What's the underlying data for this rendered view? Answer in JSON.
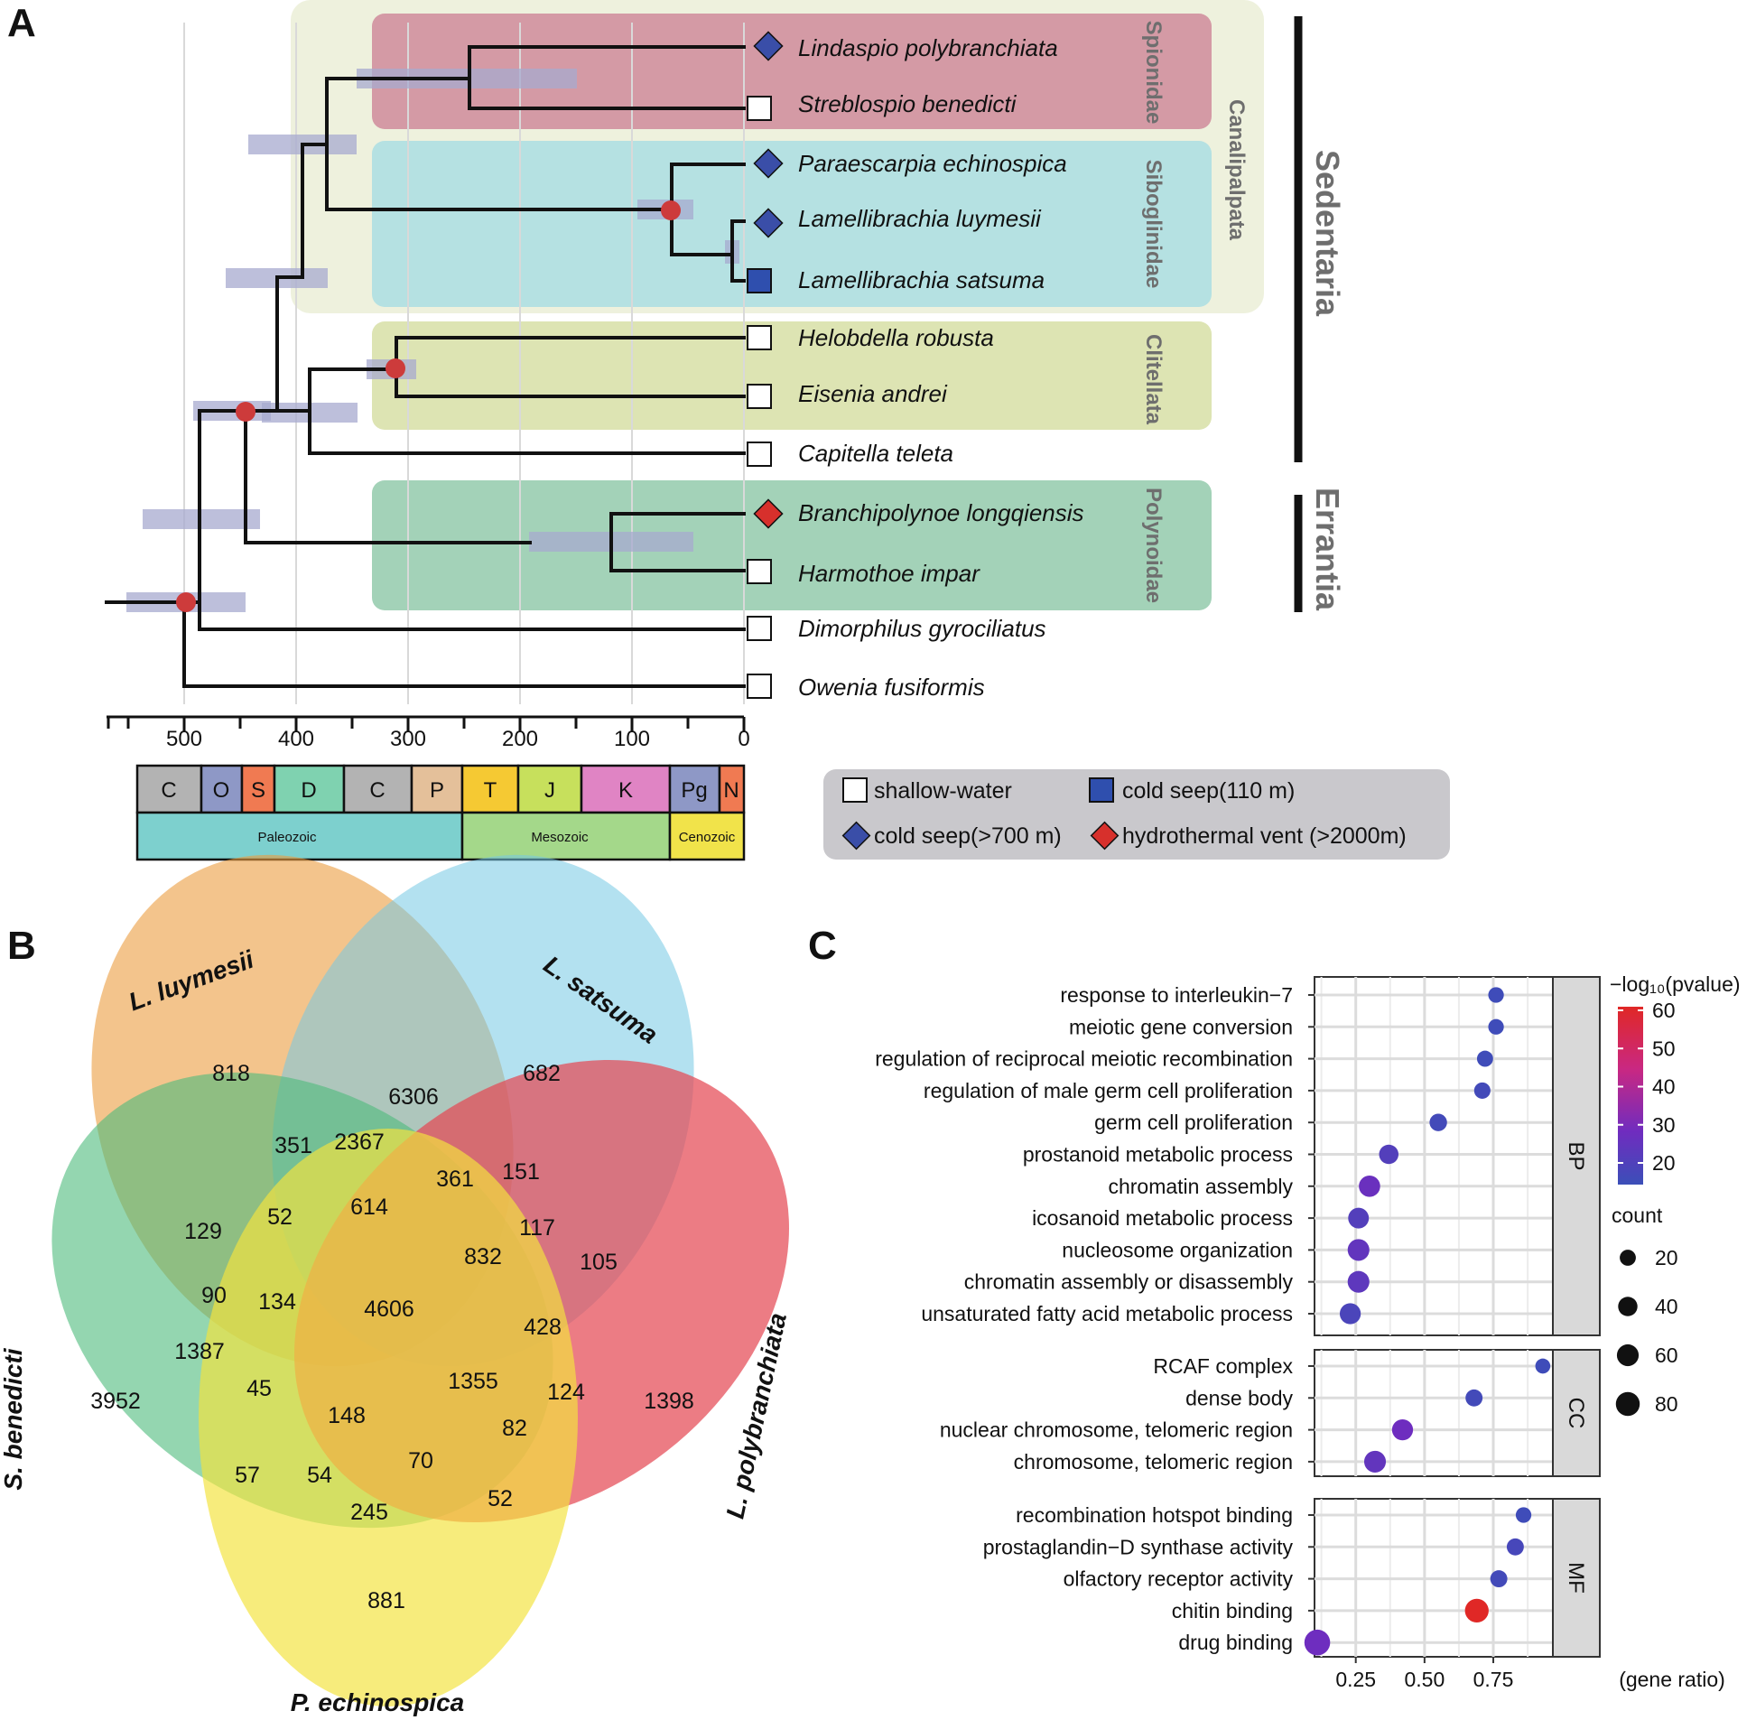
{
  "panels": {
    "a": "A",
    "b": "B",
    "c": "C"
  },
  "tree": {
    "taxa": [
      {
        "name": "Lindaspio polybranchiata",
        "habitat": "cold seep(>700 m)"
      },
      {
        "name": "Streblospio benedicti",
        "habitat": "shallow-water"
      },
      {
        "name": "Paraescarpia echinospica",
        "habitat": "cold seep(>700 m)"
      },
      {
        "name": "Lamellibrachia luymesii",
        "habitat": "cold seep(>700 m)"
      },
      {
        "name": "Lamellibrachia satsuma",
        "habitat": "cold seep(110 m)"
      },
      {
        "name": "Helobdella robusta",
        "habitat": "shallow-water"
      },
      {
        "name": "Eisenia andrei",
        "habitat": "shallow-water"
      },
      {
        "name": "Capitella teleta",
        "habitat": "shallow-water"
      },
      {
        "name": "Branchipolynoe longqiensis",
        "habitat": "hydrothermal vent (>2000m)"
      },
      {
        "name": "Harmothoe impar",
        "habitat": "shallow-water"
      },
      {
        "name": "Dimorphilus gyrociliatus",
        "habitat": "shallow-water"
      },
      {
        "name": "Owenia fusiformis",
        "habitat": "shallow-water"
      }
    ],
    "families": [
      "Spionidae",
      "Siboglinidae",
      "Clitellata",
      "Polynoidae"
    ],
    "group": "Canalipalpata",
    "clades": [
      "Sedentaria",
      "Errantia"
    ],
    "axis_ticks": [
      "500",
      "400",
      "300",
      "200",
      "100",
      "0"
    ],
    "periods": [
      "C",
      "O",
      "S",
      "D",
      "C",
      "P",
      "T",
      "J",
      "K",
      "Pg",
      "N"
    ],
    "eras": [
      "Paleozoic",
      "Mesozoic",
      "Cenozoic"
    ],
    "legend": {
      "shallow": "shallow-water",
      "seep110": "cold seep(110 m)",
      "seep700": "cold seep(>700 m)",
      "vent": "hydrothermal vent (>2000m)"
    },
    "colors": {
      "spionidae": "#d49aa5",
      "siboglinidae": "#b5e1e2",
      "clitellata": "#dde4b3",
      "polynoidae": "#a3d2b8",
      "canalipalpata": "#eef1dd",
      "diamond_blue": "#3a4ea8",
      "diamond_red": "#d7302c"
    }
  },
  "venn": {
    "sets": [
      "L. luymesii",
      "L. satsuma",
      "S. benedicti",
      "L. polybranchiata",
      "P. echinospica"
    ],
    "counts": [
      "818",
      "6306",
      "682",
      "351",
      "2367",
      "361",
      "151",
      "614",
      "52",
      "129",
      "117",
      "832",
      "105",
      "90",
      "134",
      "4606",
      "1387",
      "428",
      "3952",
      "45",
      "1355",
      "124",
      "1398",
      "148",
      "82",
      "70",
      "57",
      "54",
      "52",
      "245",
      "881"
    ]
  },
  "chart_data": {
    "type": "scatter",
    "xlabel": "(gene ratio)",
    "x_ticks": [
      "0.25",
      "0.50",
      "0.75"
    ],
    "xlim": [
      0.1,
      0.96
    ],
    "legend_title_color": "−log₁₀(pvalue)",
    "color_ticks": [
      "60",
      "50",
      "40",
      "30",
      "20"
    ],
    "legend_title_size": "count",
    "size_ticks": [
      "20",
      "40",
      "60",
      "80"
    ],
    "facets": [
      {
        "name": "BP",
        "terms": [
          {
            "label": "response to interleukin−7",
            "x": 0.76,
            "count": 12,
            "logp": 16
          },
          {
            "label": "meiotic gene conversion",
            "x": 0.76,
            "count": 12,
            "logp": 16
          },
          {
            "label": "regulation of reciprocal meiotic recombination",
            "x": 0.72,
            "count": 14,
            "logp": 16
          },
          {
            "label": "regulation of male germ cell proliferation",
            "x": 0.71,
            "count": 15,
            "logp": 17
          },
          {
            "label": "germ cell proliferation",
            "x": 0.55,
            "count": 20,
            "logp": 17
          },
          {
            "label": "prostanoid metabolic process",
            "x": 0.37,
            "count": 30,
            "logp": 21
          },
          {
            "label": "chromatin assembly",
            "x": 0.3,
            "count": 42,
            "logp": 27
          },
          {
            "label": "icosanoid metabolic process",
            "x": 0.26,
            "count": 38,
            "logp": 21
          },
          {
            "label": "nucleosome organization",
            "x": 0.26,
            "count": 45,
            "logp": 25
          },
          {
            "label": "chromatin assembly or disassembly",
            "x": 0.26,
            "count": 45,
            "logp": 24
          },
          {
            "label": "unsaturated fatty acid metabolic process",
            "x": 0.23,
            "count": 40,
            "logp": 19
          }
        ]
      },
      {
        "name": "CC",
        "terms": [
          {
            "label": "RCAF complex",
            "x": 0.93,
            "count": 10,
            "logp": 16
          },
          {
            "label": "dense body",
            "x": 0.68,
            "count": 18,
            "logp": 17
          },
          {
            "label": "nuclear chromosome, telomeric region",
            "x": 0.42,
            "count": 40,
            "logp": 28
          },
          {
            "label": "chromosome, telomeric region",
            "x": 0.32,
            "count": 45,
            "logp": 25
          }
        ]
      },
      {
        "name": "MF",
        "terms": [
          {
            "label": "recombination hotspot binding",
            "x": 0.86,
            "count": 12,
            "logp": 16
          },
          {
            "label": "prostaglandin−D synthase activity",
            "x": 0.83,
            "count": 18,
            "logp": 18
          },
          {
            "label": "olfactory receptor activity",
            "x": 0.77,
            "count": 18,
            "logp": 17
          },
          {
            "label": "chitin binding",
            "x": 0.69,
            "count": 60,
            "logp": 60
          },
          {
            "label": "drug binding",
            "x": 0.11,
            "count": 78,
            "logp": 28
          }
        ]
      }
    ]
  }
}
